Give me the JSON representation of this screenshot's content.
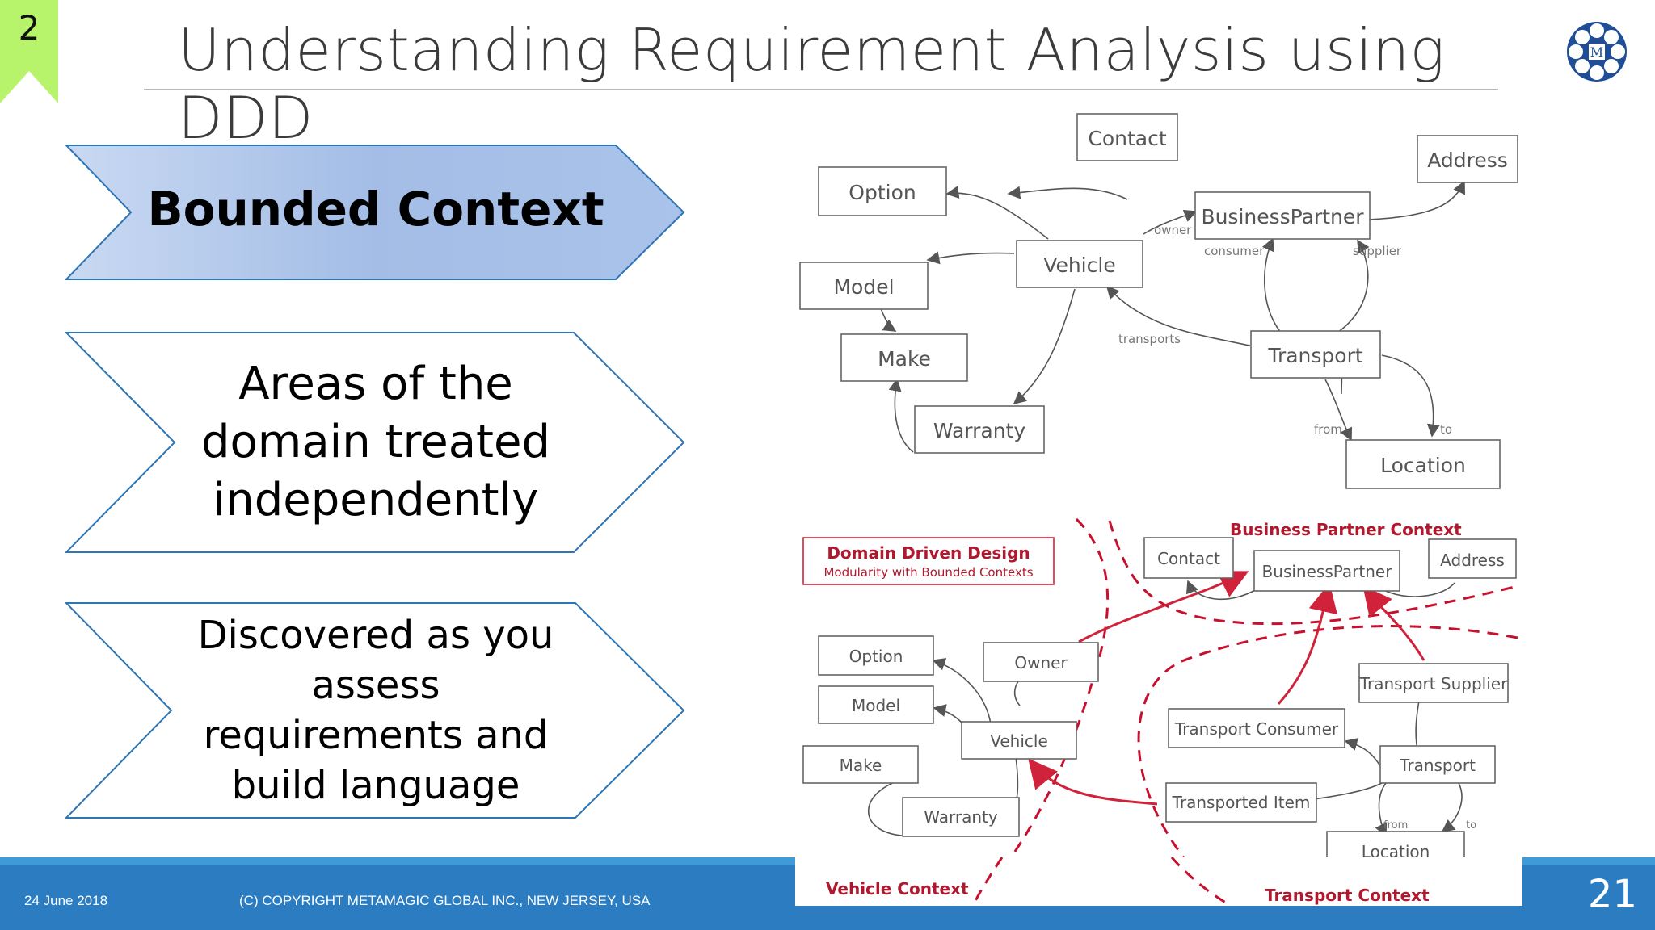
{
  "slide": {
    "section_number": "2",
    "title": "Understanding Requirement Analysis using DDD",
    "page_number": "21"
  },
  "chevrons": [
    {
      "text": "Bounded Context",
      "highlighted": true
    },
    {
      "text": "Areas of the domain treated independently",
      "highlighted": false
    },
    {
      "text": "Discovered as you assess requirements and build language",
      "highlighted": false
    }
  ],
  "footer": {
    "date": "24 June 2018",
    "copyright": "(C) COPYRIGHT METAMAGIC GLOBAL INC., NEW JERSEY, USA"
  },
  "top_diagram": {
    "nodes": [
      "Contact",
      "Address",
      "Option",
      "BusinessPartner",
      "Vehicle",
      "Model",
      "Make",
      "Transport",
      "Warranty",
      "Location"
    ],
    "edge_labels": [
      "owner",
      "consumer",
      "supplier",
      "transports",
      "from",
      "to"
    ]
  },
  "bottom_diagram": {
    "badge_title": "Domain Driven Design",
    "badge_subtitle": "Modularity with Bounded Contexts",
    "contexts": [
      "Business Partner Context",
      "Vehicle Context",
      "Transport Context"
    ],
    "nodes": [
      "Contact",
      "BusinessPartner",
      "Address",
      "Option",
      "Owner",
      "Model",
      "Vehicle",
      "Transport Supplier",
      "Transport Consumer",
      "Make",
      "Transport",
      "Transported Item",
      "Warranty",
      "Location"
    ],
    "edge_labels": [
      "from",
      "to"
    ]
  },
  "colors": {
    "accent_blue": "#2b7cc1",
    "chevron_fill": "#a9c1e8",
    "chevron_stroke": "#2e75b6",
    "context_red": "#c8102e",
    "tag_green": "#b7f36b"
  }
}
